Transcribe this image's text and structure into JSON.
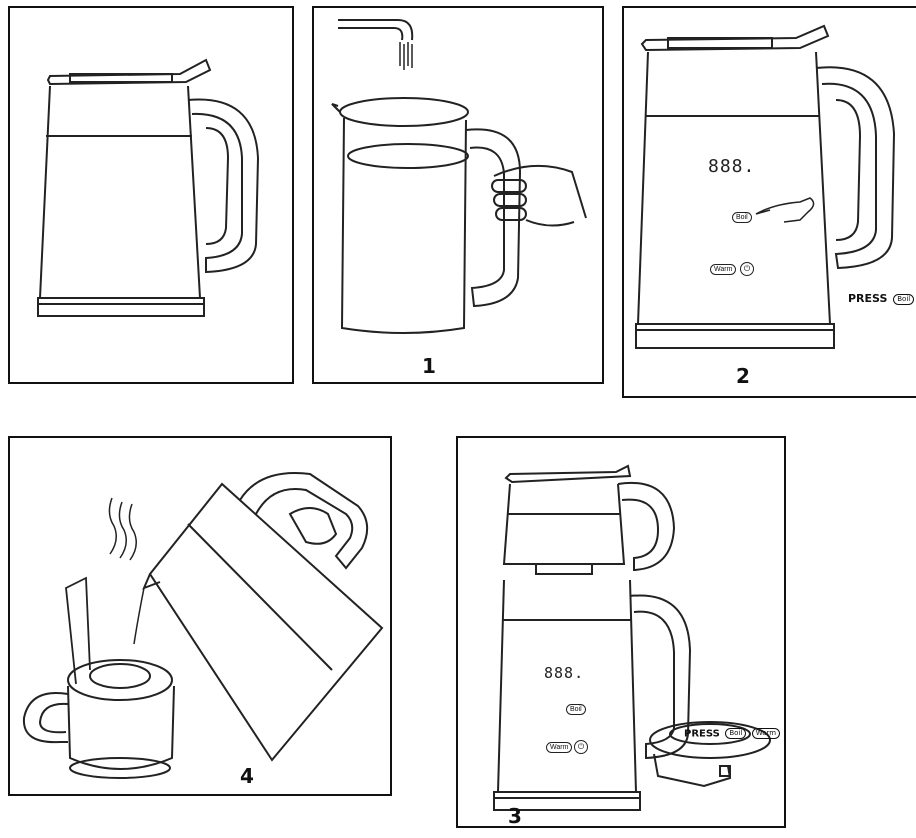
{
  "panels": {
    "overview": {
      "label": ""
    },
    "step1": {
      "number": "1"
    },
    "step2": {
      "number": "2",
      "display": "888.",
      "boil": "Boil",
      "warm": "Warm",
      "power": "⏻",
      "press_text": "PRESS",
      "press_button": "Boil"
    },
    "step3": {
      "number": "3",
      "display": "888.",
      "boil": "Boil",
      "warm": "Warm",
      "power": "⏻",
      "press_text": "PRESS",
      "press_buttons": [
        "Boil",
        "Warm"
      ]
    },
    "step4": {
      "number": "4"
    }
  },
  "colors": {
    "line": "#111111",
    "background": "#ffffff"
  },
  "icons": [
    "kettle-icon",
    "faucet-icon",
    "hand-icon",
    "steam-icon",
    "teapot-icon",
    "lid-icon"
  ]
}
